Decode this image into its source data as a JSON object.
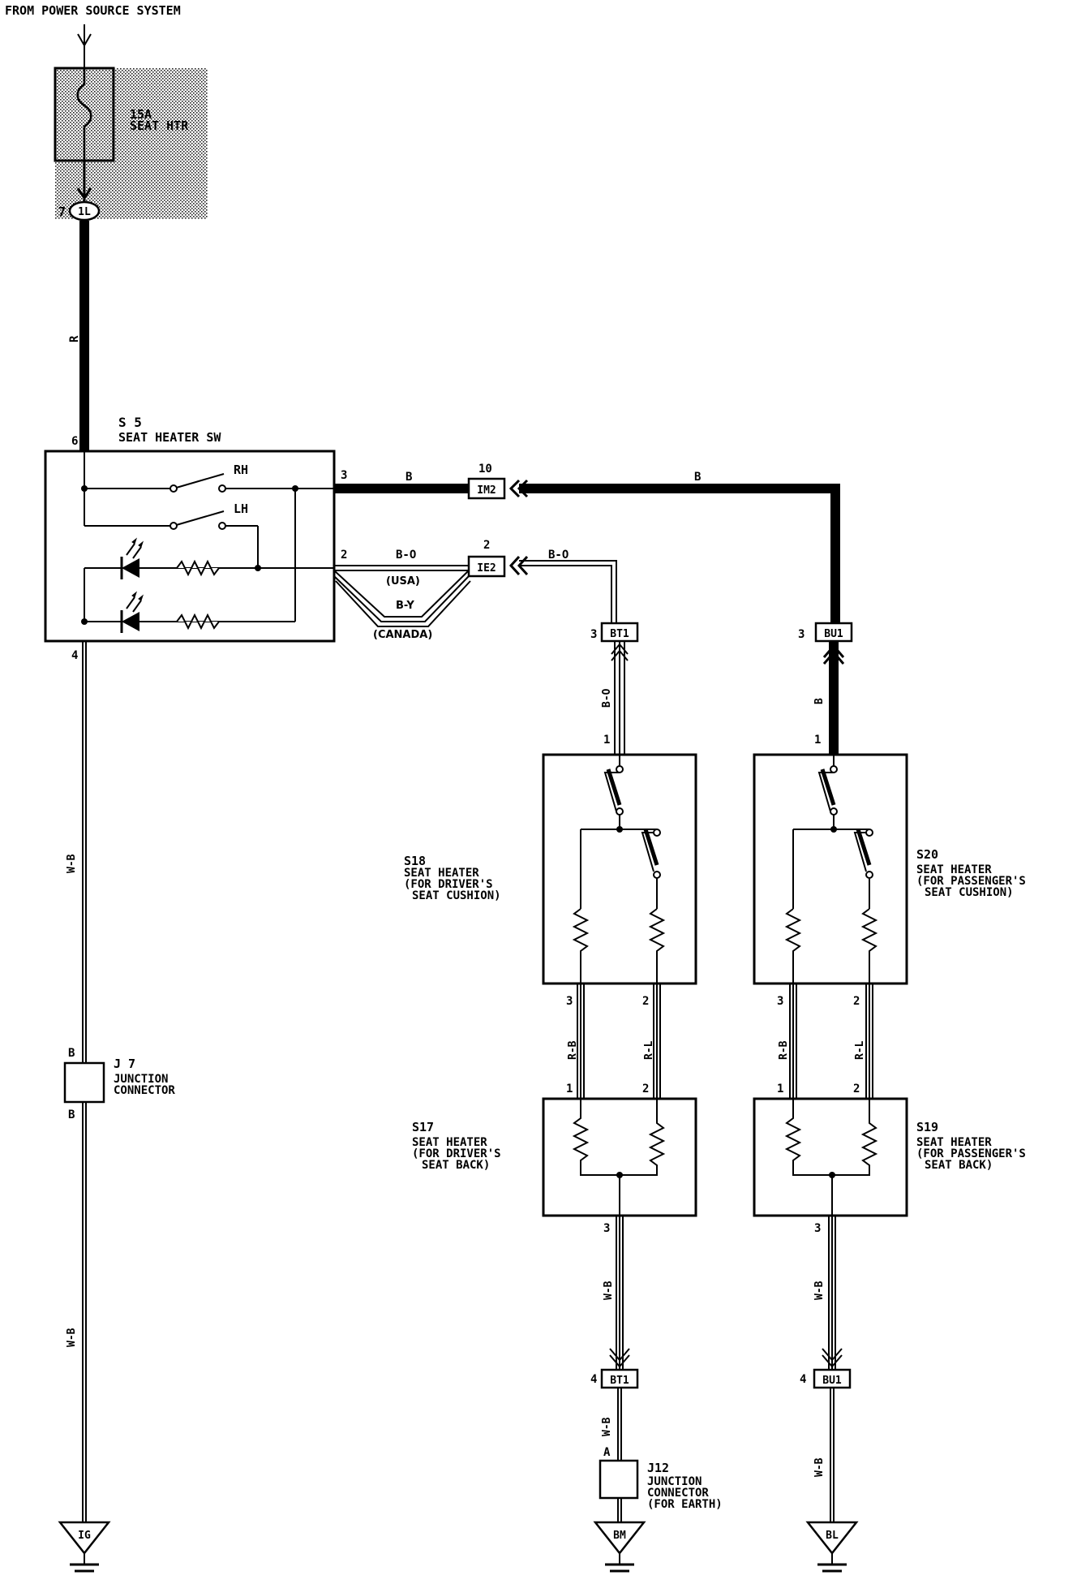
{
  "header": {
    "source": "FROM POWER SOURCE SYSTEM"
  },
  "fuse": {
    "rating": "15A",
    "name": "SEAT HTR"
  },
  "connectors": {
    "c1L": {
      "pin": "7",
      "code": "1L"
    },
    "im2": {
      "pin": "10",
      "code": "IM2"
    },
    "ie2": {
      "pin": "2",
      "code": "IE2"
    },
    "bt1_top": {
      "pin": "3",
      "code": "BT1"
    },
    "bu1_top": {
      "pin": "3",
      "code": "BU1"
    },
    "bt1_bot": {
      "pin": "4",
      "code": "BT1"
    },
    "bu1_bot": {
      "pin": "4",
      "code": "BU1"
    }
  },
  "switch": {
    "id": "S 5",
    "name": "SEAT HEATER SW",
    "pin_in": "6",
    "pin_b": "3",
    "pin_bo": "2",
    "pin_gnd": "4",
    "rh": "RH",
    "lh": "LH"
  },
  "wires": {
    "r": "R",
    "b1": "B",
    "b2": "B",
    "bo1": "B-O",
    "bo2": "B-O",
    "usa": "(USA)",
    "by": "B-Y",
    "canada": "(CANADA)",
    "bo_v": "B-O",
    "b_v": "B",
    "wb_sw1": "W-B",
    "wb_sw2": "W-B",
    "rb_l": "R-B",
    "rl_l": "R-L",
    "rb_r": "R-B",
    "rl_r": "R-L",
    "wb_l": "W-B",
    "wb_r": "W-B",
    "wb_l2": "W-B",
    "wb_r2": "W-B"
  },
  "s18": {
    "id": "S18",
    "l1": "SEAT HEATER",
    "l2": "(FOR DRIVER'S",
    "l3": "SEAT CUSHION)",
    "pin1": "1",
    "pin3": "3",
    "pin2": "2"
  },
  "s20": {
    "id": "S20",
    "l1": "SEAT HEATER",
    "l2": "(FOR PASSENGER'S",
    "l3": "SEAT CUSHION)",
    "pin1": "1",
    "pin3": "3",
    "pin2": "2"
  },
  "s17": {
    "id": "S17",
    "l1": "SEAT HEATER",
    "l2": "(FOR DRIVER'S",
    "l3": "SEAT BACK)",
    "pin1": "1",
    "pin2": "2",
    "pin3": "3"
  },
  "s19": {
    "id": "S19",
    "l1": "SEAT HEATER",
    "l2": "(FOR PASSENGER'S",
    "l3": "SEAT BACK)",
    "pin1": "1",
    "pin2": "2",
    "pin3": "3"
  },
  "j7": {
    "id": "J 7",
    "l1": "JUNCTION",
    "l2": "CONNECTOR",
    "pin_top": "B",
    "pin_bot": "B"
  },
  "j12": {
    "id": "J12",
    "l1": "JUNCTION",
    "l2": "CONNECTOR",
    "l3": "(FOR EARTH)",
    "pin_top": "A"
  },
  "grounds": {
    "ig": "IG",
    "bm": "BM",
    "bl": "BL"
  }
}
